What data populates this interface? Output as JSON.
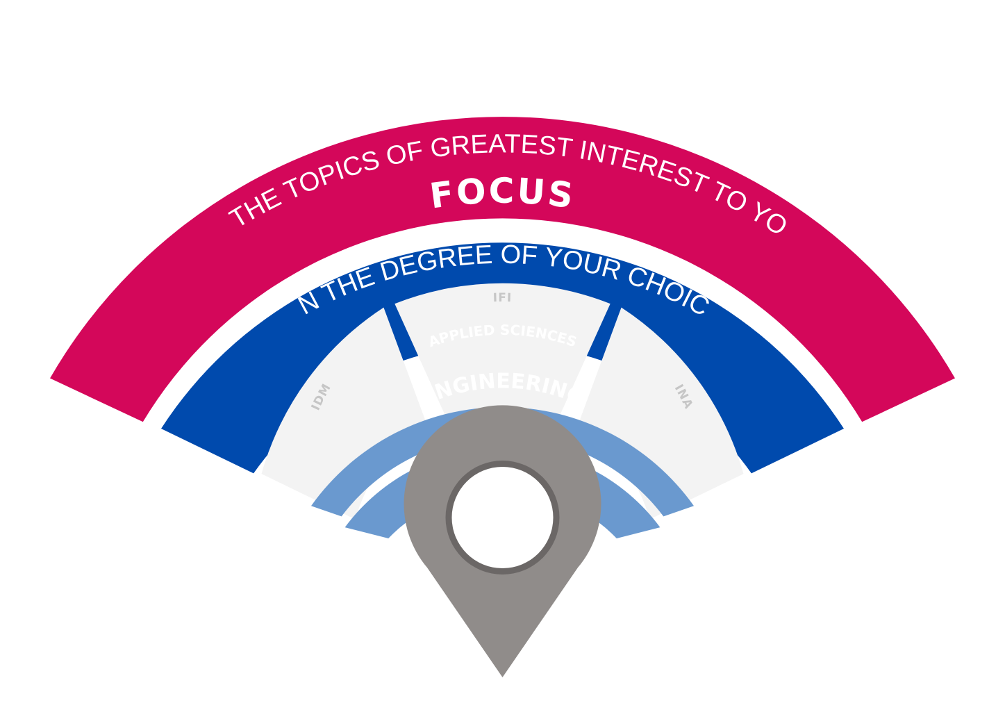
{
  "colors": {
    "specialization": "#D4075A",
    "focus": "#004AAD",
    "segments": "#F3F3F3",
    "segment_text": "#C6C6C6",
    "core": "#6A99CF",
    "pin": "#908C8A",
    "pin_ring": "#6B6766",
    "white": "#FFFFFF"
  },
  "specialization": {
    "title": "SPECIALIZATION",
    "subtitle": "IN THE TOPICS OF GREATEST INTEREST TO YOU"
  },
  "focus": {
    "title": "FOCUS",
    "subtitle": "ON THE DEGREE OF YOUR CHOICE"
  },
  "segments": [
    "IDM",
    "IFI",
    "INA"
  ],
  "core": {
    "outer_label": "APPLIED SCIENCES",
    "inner_label": "ENGINEERING"
  },
  "pin": {
    "icon": "location-pin-icon"
  }
}
